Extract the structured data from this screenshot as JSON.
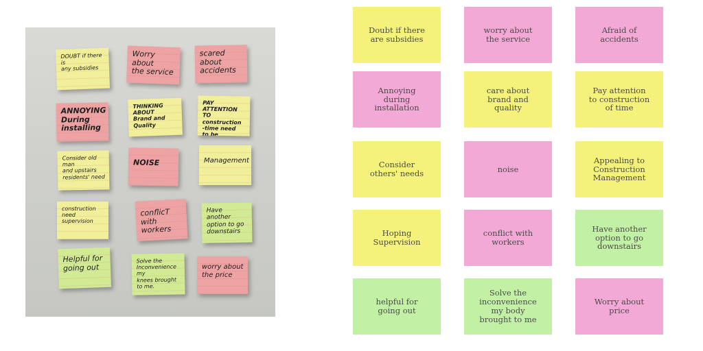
{
  "photo": {
    "notes": [
      {
        "text": "DOUBT if there is\nany subsidies",
        "color": "yellow"
      },
      {
        "text": "Worry about\nthe service",
        "color": "pink"
      },
      {
        "text": "scared about\naccidents",
        "color": "pink"
      },
      {
        "text": "ANNOYING\nDuring installing",
        "color": "pink"
      },
      {
        "text": "THINKING ABOUT\nBrand and\nQuality",
        "color": "yellow"
      },
      {
        "text": "PAY ATTENTION TO\nconstruction\n-time need\nto be controlled",
        "color": "yellow"
      },
      {
        "text": "Consider old man\nand upstairs\nresidents' need",
        "color": "yellow"
      },
      {
        "text": "NOISE",
        "color": "pink"
      },
      {
        "text": "Management",
        "color": "yellow"
      },
      {
        "text": "construction\nneed\nsupervision",
        "color": "yellow"
      },
      {
        "text": "conflicT with\nworkers",
        "color": "pink"
      },
      {
        "text": "Have another\noption to go\ndownstairs",
        "color": "green"
      },
      {
        "text": "Helpful for\ngoing out",
        "color": "green"
      },
      {
        "text": "Solve the\nInconvenience my\nknees brought\nto me.",
        "color": "green"
      },
      {
        "text": "worry about\nthe price",
        "color": "pink"
      }
    ]
  },
  "grid": {
    "notes": [
      {
        "text": "Doubt  if there\nare subsidies",
        "color": "#f5f27c"
      },
      {
        "text": "worry about\nthe service",
        "color": "#f2a9d6"
      },
      {
        "text": "Afraid of\naccidents",
        "color": "#f2a9d6"
      },
      {
        "text": "Annoying\nduring\ninstallation",
        "color": "#f2a9d6"
      },
      {
        "text": "care about\nbrand and\nquality",
        "color": "#f5f27c"
      },
      {
        "text": "Pay attention\nto construction\nof time",
        "color": "#f5f27c"
      },
      {
        "text": "Consider\nothers' needs",
        "color": "#f5f27c"
      },
      {
        "text": "noise",
        "color": "#f2a9d6"
      },
      {
        "text": "Appealing to\nConstruction\nManagement",
        "color": "#f5f27c"
      },
      {
        "text": "Hoping\nSupervision",
        "color": "#f5f27c"
      },
      {
        "text": "conflict with\nworkers",
        "color": "#f2a9d6"
      },
      {
        "text": "Have another\noption to go\ndownstairs",
        "color": "#c2f1a6"
      },
      {
        "text": "helpful for\ngoing out",
        "color": "#c2f1a6"
      },
      {
        "text": "Solve the\ninconvenience\nmy body\nbrought to me",
        "color": "#c2f1a6"
      },
      {
        "text": "Worry  about\nprice",
        "color": "#f2a9d6"
      }
    ]
  }
}
